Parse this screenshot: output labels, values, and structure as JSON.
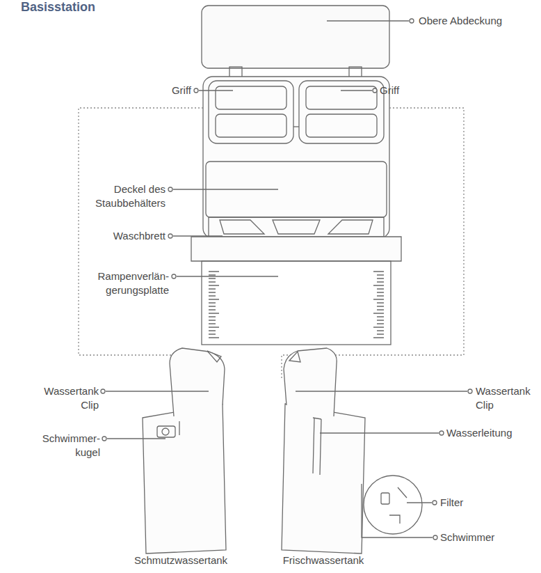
{
  "diagram": {
    "title": "Basisstation",
    "labels": [
      "Obere Abdeckung",
      "Griff",
      "Griff",
      "Deckel des Staubbehälters",
      "Waschbrett",
      "Rampenverlän- gerungsplatte",
      "Wassertank Clip",
      "Schwimmer- kugel",
      "Wassertank Clip",
      "Wasserleitung",
      "Filter",
      "Schwimmer",
      "Schmutzwassertank",
      "Frischwassertank"
    ]
  }
}
